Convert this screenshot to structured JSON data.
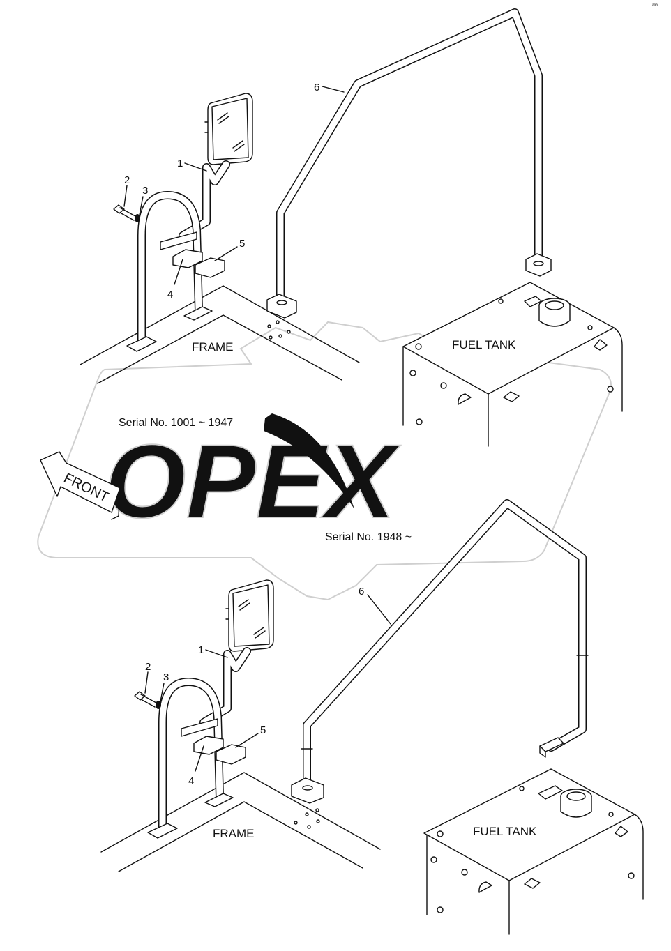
{
  "watermark": {
    "text": "OPEX",
    "color": "#cfcfcf"
  },
  "corner_mark": "ᵃᵃᵃ",
  "direction": {
    "label": "FRONT"
  },
  "serial_ranges": {
    "upper": "Serial No. 1001 ~ 1947",
    "lower": "Serial No. 1948 ~"
  },
  "upper_assembly": {
    "frame_label": "FRAME",
    "tank_label": "FUEL TANK",
    "callouts": [
      "1",
      "2",
      "3",
      "4",
      "5",
      "6"
    ]
  },
  "lower_assembly": {
    "frame_label": "FRAME",
    "tank_label": "FUEL TANK",
    "callouts": [
      "1",
      "2",
      "3",
      "4",
      "5",
      "6"
    ]
  }
}
